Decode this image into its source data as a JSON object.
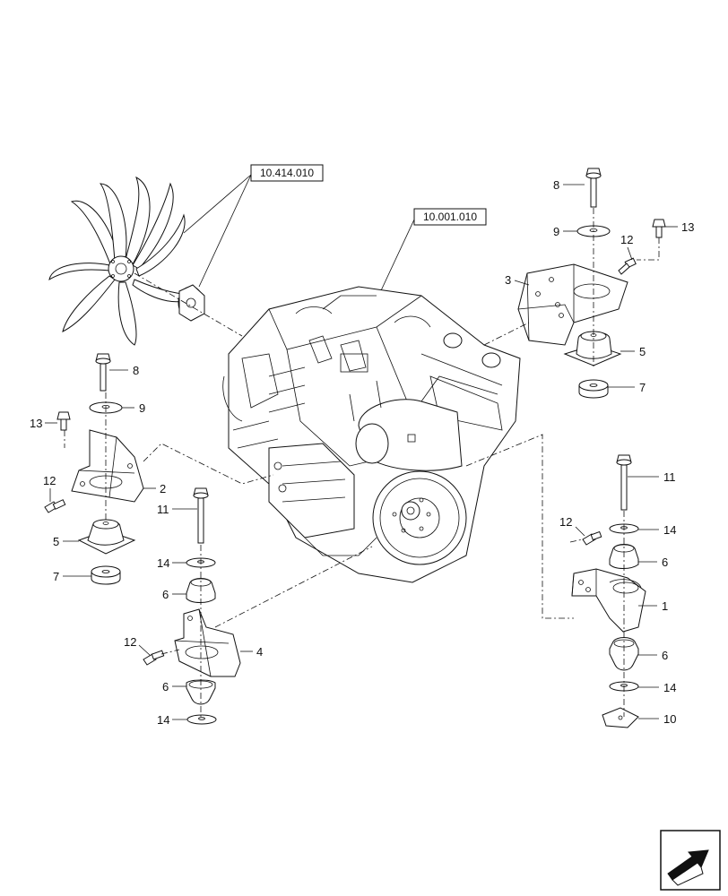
{
  "references": {
    "fan_ref": "10.414.010",
    "engine_ref": "10.001.010"
  },
  "callouts": {
    "c8a": "8",
    "c9a": "9",
    "c13a": "13",
    "c12a": "12",
    "c3": "3",
    "c5a": "5",
    "c7a": "7",
    "c8b": "8",
    "c9b": "9",
    "c13b": "13",
    "c12b": "12",
    "c2": "2",
    "c5b": "5",
    "c7b": "7",
    "c11a": "11",
    "c14a": "14",
    "c6a": "6",
    "c12c": "12",
    "c4": "4",
    "c6b": "6",
    "c14b": "14",
    "c11b": "11",
    "c12d": "12",
    "c14c": "14",
    "c6c": "6",
    "c1": "1",
    "c6d": "6",
    "c14d": "14",
    "c10": "10"
  },
  "nav_icon": "next-page-arrow-icon"
}
